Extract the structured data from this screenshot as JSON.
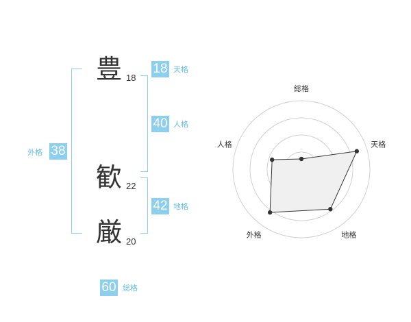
{
  "name_chars": [
    {
      "char": "豊",
      "strokes": "18"
    },
    {
      "char": "歓",
      "strokes": "22"
    },
    {
      "char": "厳",
      "strokes": "20"
    }
  ],
  "kakusu": {
    "tenkaku": {
      "value": "18",
      "label": "天格"
    },
    "jinkaku": {
      "value": "40",
      "label": "人格"
    },
    "chikaku": {
      "value": "42",
      "label": "地格"
    },
    "gaikaku": {
      "value": "38",
      "label": "外格"
    },
    "soukaku": {
      "value": "60",
      "label": "総格"
    }
  },
  "colors": {
    "accent": "#8ccfee",
    "label": "#66bfe9"
  },
  "chart_data": {
    "type": "radar",
    "axes": [
      "総格",
      "天格",
      "地格",
      "外格",
      "人格"
    ],
    "values": [
      0.15,
      0.85,
      0.72,
      0.78,
      0.45
    ],
    "rings": 4,
    "range": [
      0,
      1
    ]
  }
}
